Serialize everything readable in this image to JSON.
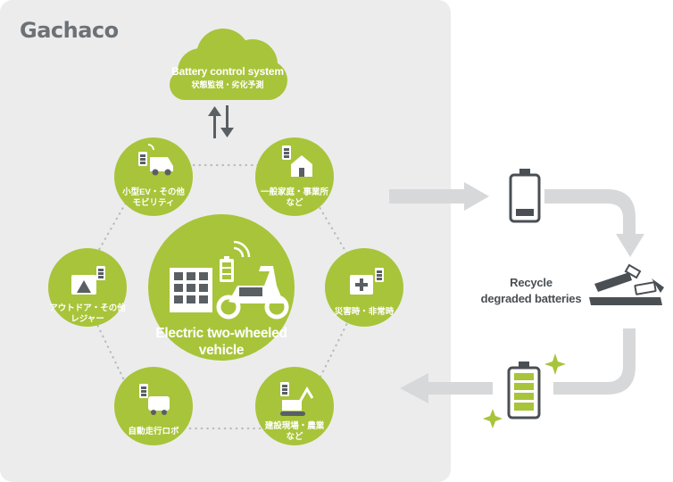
{
  "brand": {
    "logo_text": "Gachaco"
  },
  "cloud": {
    "title": "Battery control system",
    "subtitle": "状態監視・劣化予測"
  },
  "center": {
    "line1": "Electric two-wheeled",
    "line2": "vehicle"
  },
  "nodes": {
    "small_ev": {
      "line1": "小型EV・その他",
      "line2": "モビリティ"
    },
    "home": {
      "line1": "一般家庭・事業所",
      "line2": "など"
    },
    "outdoor": {
      "line1": "アウトドア・その他",
      "line2": "レジャー"
    },
    "disaster": {
      "line1": "災害時・非常時"
    },
    "robot": {
      "line1": "自動走行ロボ"
    },
    "construction": {
      "line1": "建設現場・農業",
      "line2": "など"
    }
  },
  "recycle": {
    "line1": "Recycle",
    "line2": "degraded batteries"
  },
  "colors": {
    "accent": "#a8c43a",
    "panel": "#ececec",
    "arrow": "#d6d8da",
    "battery_outline": "#4a4f54",
    "icon_dark": "#5a5f64"
  }
}
